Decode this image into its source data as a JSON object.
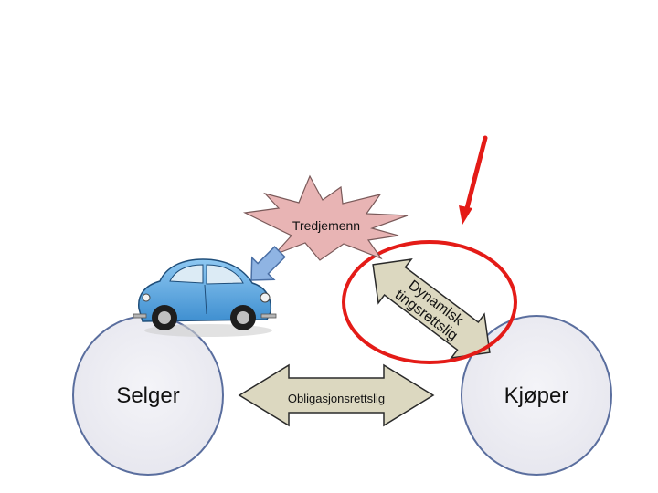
{
  "nodes": {
    "seller": {
      "label": "Selger"
    },
    "buyer": {
      "label": "Kjøper"
    },
    "third_party": {
      "label": "Tredjemenn"
    }
  },
  "arrows": {
    "obligation": {
      "label": "Obligasjonsrettslig"
    },
    "dynamic": {
      "line1": "Dynamisk",
      "line2": "tingsrettslig"
    }
  },
  "colors": {
    "ellipse_fill": "#eeeef5",
    "ellipse_stroke": "#5a6e9e",
    "arrow_fill": "#dcd8c0",
    "burst_fill": "#e8b4b4",
    "highlight_red": "#e41b17",
    "car_blue": "#5aa9e6",
    "small_arrow_blue": "#8fb4e3"
  }
}
